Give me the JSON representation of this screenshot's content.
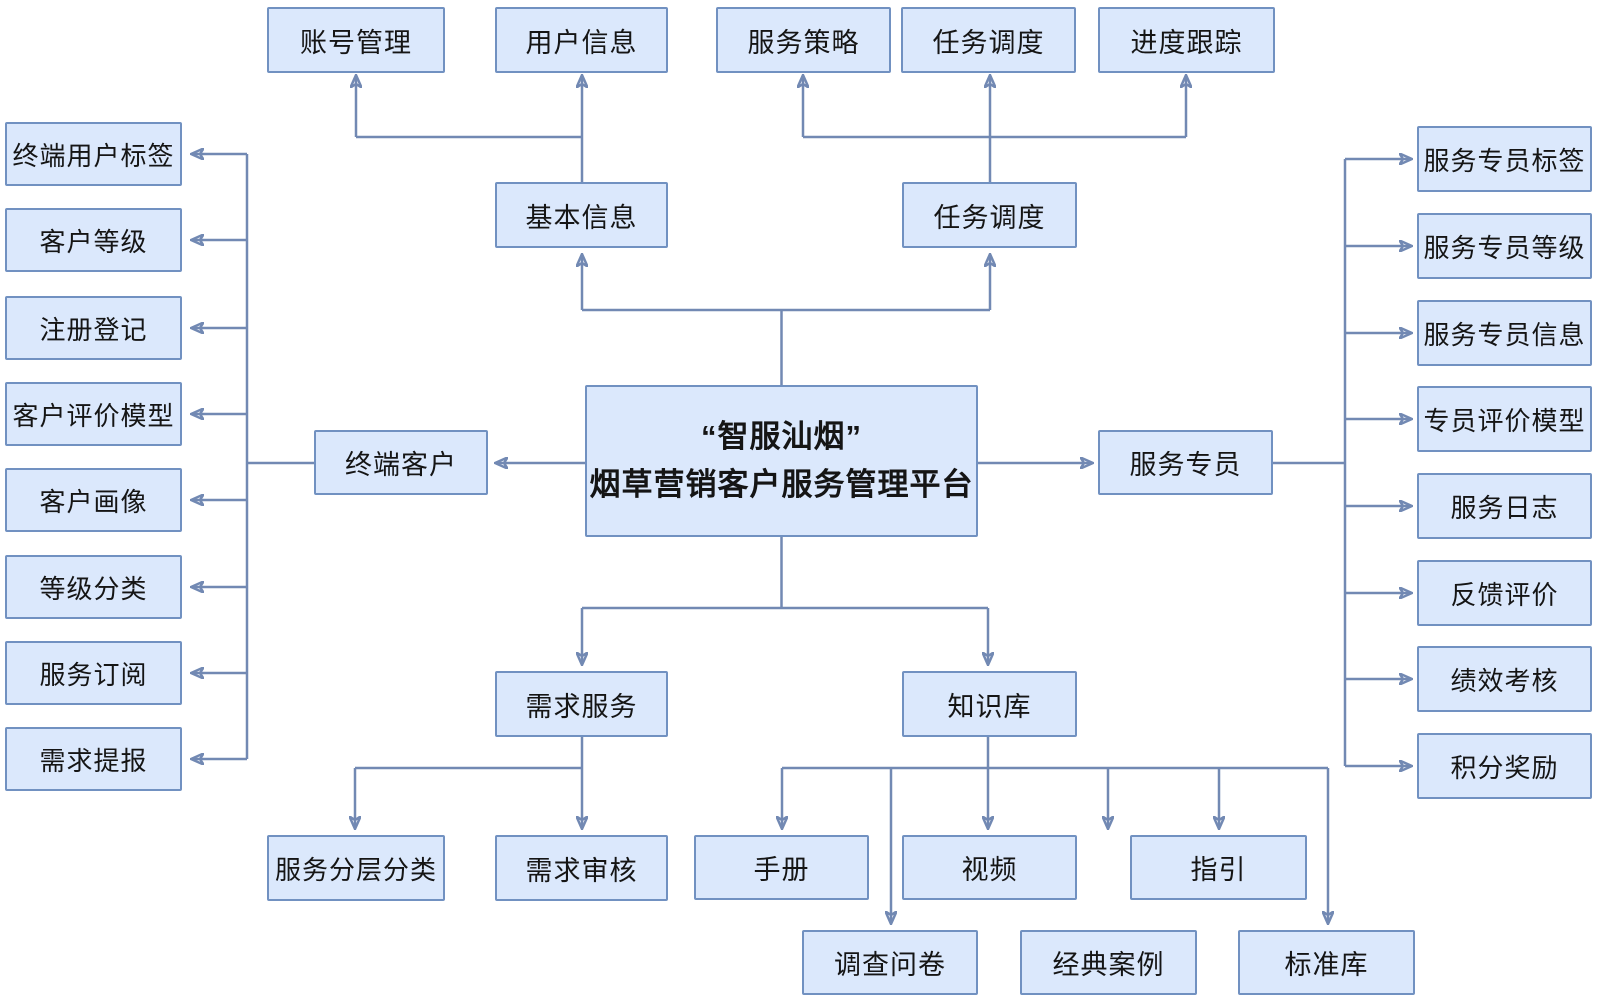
{
  "diagram": {
    "colors": {
      "node_fill": "#dbe8fc",
      "node_border": "#7191c1",
      "connector": "#7289b3"
    },
    "center": {
      "line1": "“智服汕烟”",
      "line2": "烟草营销客户服务管理平台"
    },
    "hubs": {
      "terminal_customer": "终端客户",
      "service_specialist": "服务专员",
      "basic_info": "基本信息",
      "task_dispatch_hub": "任务调度",
      "demand_service": "需求服务",
      "knowledge_base": "知识库"
    },
    "top_row": {
      "account_management": "账号管理",
      "user_info": "用户信息",
      "service_strategy": "服务策略",
      "task_dispatch": "任务调度",
      "progress_tracking": "进度跟踪"
    },
    "left_column": [
      "终端用户标签",
      "客户等级",
      "注册登记",
      "客户评价模型",
      "客户画像",
      "等级分类",
      "服务订阅",
      "需求提报"
    ],
    "right_column": [
      "服务专员标签",
      "服务专员等级",
      "服务专员信息",
      "专员评价模型",
      "服务日志",
      "反馈评价",
      "绩效考核",
      "积分奖励"
    ],
    "bottom_row": {
      "service_layering": "服务分层分类",
      "demand_review": "需求审核",
      "manual": "手册",
      "video": "视频",
      "guide": "指引",
      "survey": "调查问卷",
      "classic_cases": "经典案例",
      "standard_library": "标准库"
    }
  }
}
